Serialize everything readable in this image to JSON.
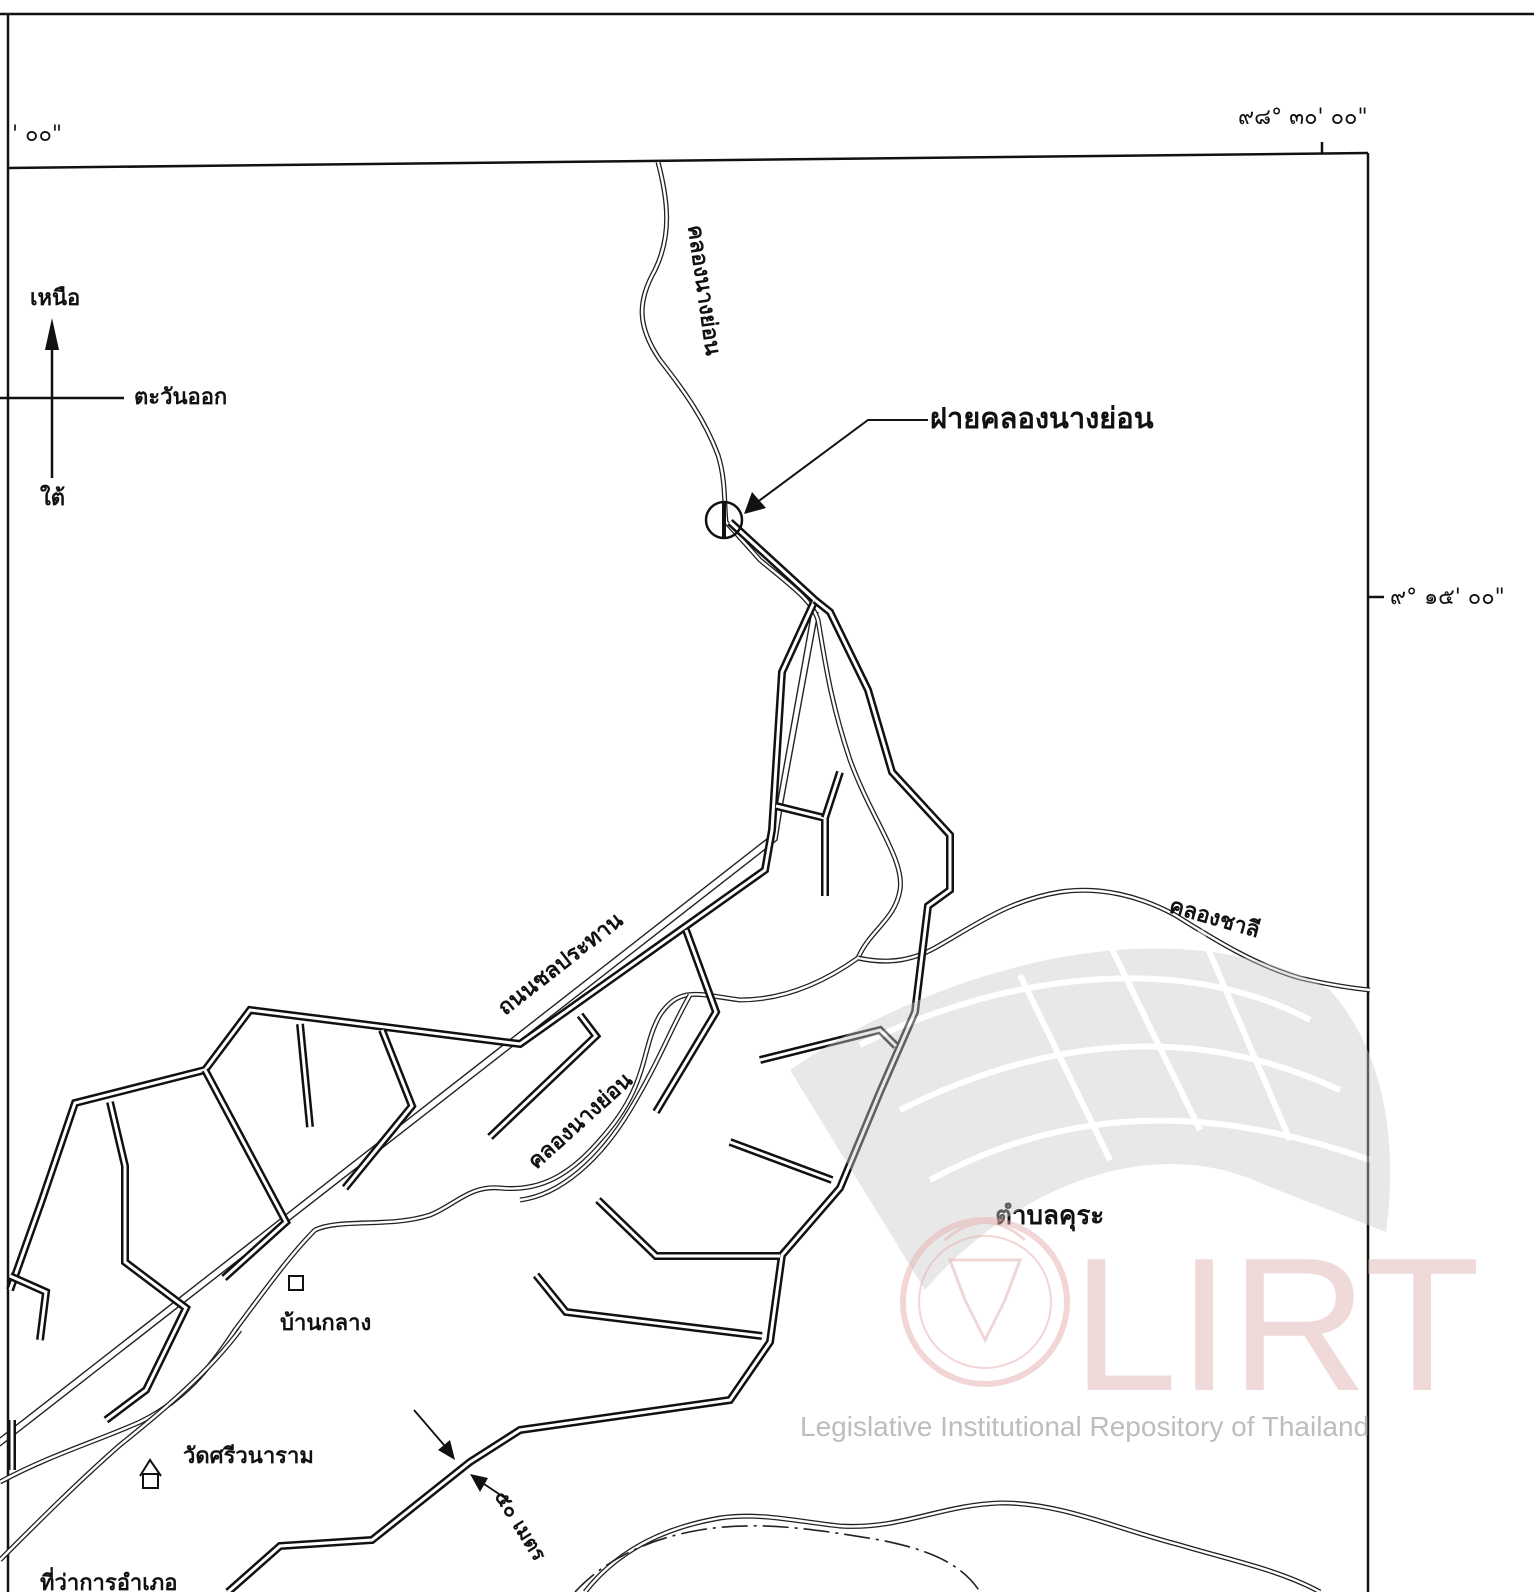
{
  "map": {
    "coordinates": {
      "top_left": "' ๐๐\"",
      "top_right": "๙๘° ๓๐' ๐๐\"",
      "right": "๙° ๑๕' ๐๐\""
    },
    "compass": {
      "north": "เหนือ",
      "east": "ตะวันออก",
      "south": "ใต้"
    },
    "labels": {
      "canal_north": "คลองนางย่อน",
      "weir": "ฝายคลองนางย่อน",
      "canal_chali": "คลองชาลี",
      "irrigation_road": "ถนนชลประทาน",
      "canal_middle": "คลองนางย่อน",
      "subdistrict": "ตำบลคุระ",
      "village": "บ้านกลาง",
      "temple": "วัดศรีวนาราม",
      "distance": "๕๐ เมตร",
      "district_office": "ที่ว่าการอำเภอ"
    }
  },
  "watermark": {
    "logo_text": "LIRT",
    "caption": "Legislative Institutional Repository of Thailand",
    "colors": {
      "gray": "#d9d9d9",
      "pink": "#e3a6a6",
      "caption": "#9a9a9a"
    }
  }
}
